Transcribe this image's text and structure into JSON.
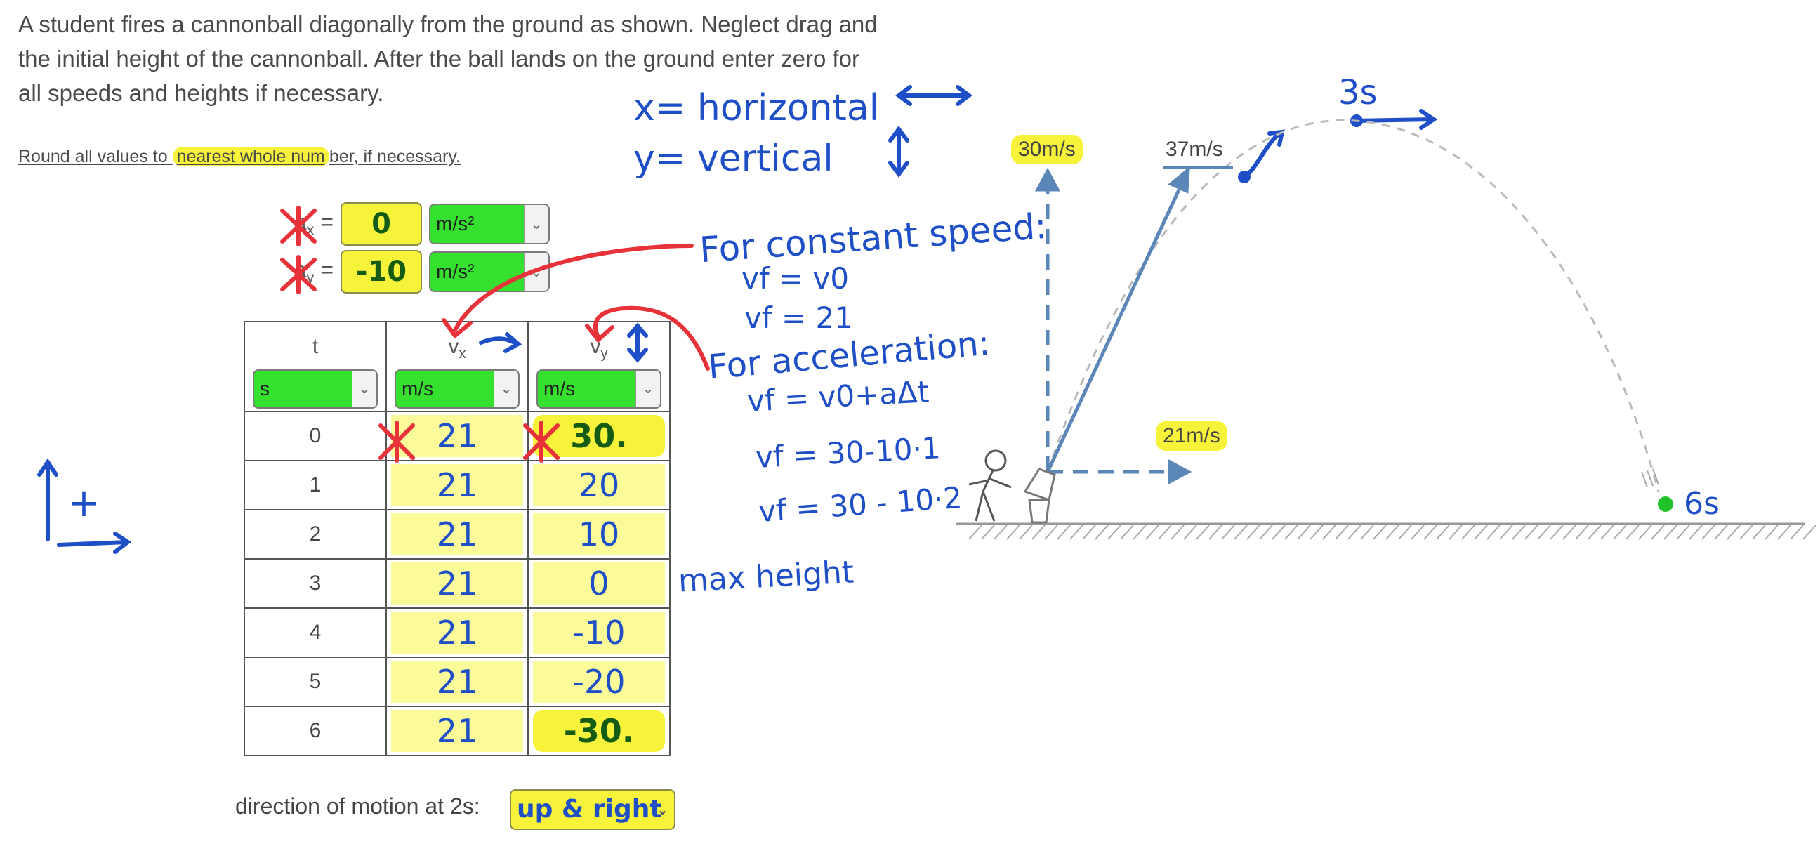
{
  "problem": {
    "text": "A student fires a cannonball diagonally from the ground as shown. Neglect drag and the initial height of the cannonball. After the ball lands on the ground enter zero for all speeds and heights if necessary.",
    "round_prefix": "Round all values to ",
    "round_highlight": "nearest whole num",
    "round_suffix": "ber, if necessary."
  },
  "accel": {
    "ax_symbol": "a",
    "ax_sub": "x",
    "ax_value": "0",
    "ax_unit": "m/s²",
    "ay_symbol": "a",
    "ay_sub": "y",
    "ay_value": "-10",
    "ay_unit": "m/s²"
  },
  "table": {
    "headers": [
      {
        "label": "t",
        "sub": "",
        "unit": "s"
      },
      {
        "label": "v",
        "sub": "x",
        "unit": "m/s"
      },
      {
        "label": "v",
        "sub": "y",
        "unit": "m/s"
      }
    ],
    "rows": [
      {
        "t": "0",
        "vx": "21",
        "vy": "30."
      },
      {
        "t": "1",
        "vx": "21",
        "vy": "20"
      },
      {
        "t": "2",
        "vx": "21",
        "vy": "10"
      },
      {
        "t": "3",
        "vx": "21",
        "vy": "0"
      },
      {
        "t": "4",
        "vx": "21",
        "vy": "-10"
      },
      {
        "t": "5",
        "vx": "21",
        "vy": "-20"
      },
      {
        "t": "6",
        "vx": "21",
        "vy": "-30."
      }
    ]
  },
  "direction": {
    "label": "direction of motion at 2s:",
    "value": "up & right"
  },
  "diagram": {
    "vy_label": "30m/s",
    "v_label": "37m/s",
    "vx_label": "21m/s",
    "top_time": "3s",
    "land_time": "6s"
  },
  "annotations": {
    "x_def": "x= horizontal",
    "y_def": "y= vertical",
    "const_title": "For constant speed:",
    "const_line1": "vf = v0",
    "const_line2": "vf = 21",
    "acc_title": "For acceleration:",
    "acc_line1": "vf = v0+aΔt",
    "acc_line2": "vf = 30-10·1",
    "acc_line3": "vf = 30 - 10·2",
    "max_height": "max height",
    "plus": "+"
  },
  "colors": {
    "highlight": "#f7f23a",
    "select_green": "#36e02e",
    "cell_yellow": "#fbfb9a",
    "ink_blue": "#1f4fc7",
    "ink_red": "#e8323a",
    "vector_blue": "#5b86b8",
    "ball_green": "#22c32a"
  }
}
